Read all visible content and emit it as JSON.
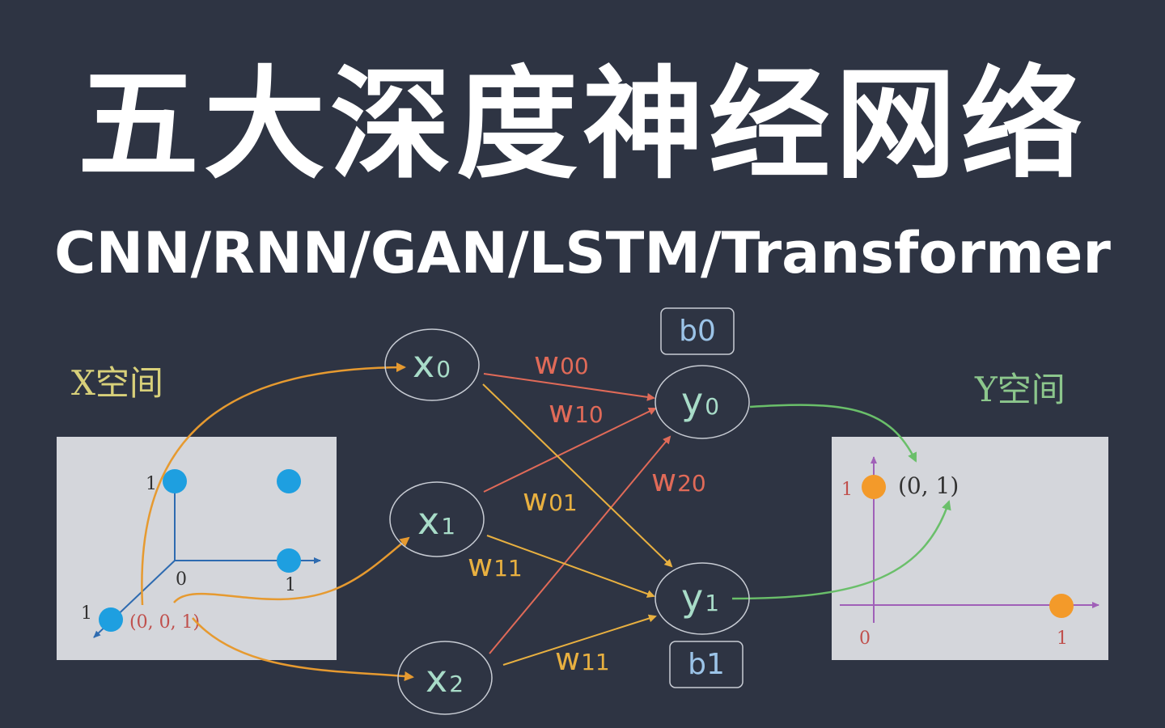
{
  "title": "五大深度神经网络",
  "subtitle": "CNN/RNN/GAN/LSTM/Transformer",
  "diagram": {
    "x_space_label": "X空间",
    "y_space_label": "Y空间",
    "x_plot": {
      "tick_one_y": "1",
      "tick_zero": "0",
      "tick_one_x": "1",
      "tick_one_z": "1",
      "point_label": "(0, 0, 1)"
    },
    "y_plot": {
      "tick_one_y": "1",
      "tick_zero": "0",
      "tick_one_x": "1",
      "point_label": "(0, 1)"
    },
    "nodes": {
      "x0": {
        "base": "x",
        "sub": "0"
      },
      "x1": {
        "base": "x",
        "sub": "1"
      },
      "x2": {
        "base": "x",
        "sub": "2"
      },
      "y0": {
        "base": "y",
        "sub": "0"
      },
      "y1": {
        "base": "y",
        "sub": "1"
      }
    },
    "bias": {
      "b0": "b0",
      "b1": "b1"
    },
    "weights": {
      "w00": {
        "base": "w",
        "sub": "00"
      },
      "w10": {
        "base": "w",
        "sub": "10"
      },
      "w20": {
        "base": "w",
        "sub": "20"
      },
      "w01": {
        "base": "w",
        "sub": "01"
      },
      "w11a": {
        "base": "w",
        "sub": "11"
      },
      "w11b": {
        "base": "w",
        "sub": "11"
      }
    },
    "colors": {
      "background": "#2e3443",
      "plot_bg": "#d4d6db",
      "x_label": "#d8d07a",
      "y_label": "#8cc68c",
      "node_text": "#a8dcc8",
      "bias_text": "#9cc4e8",
      "red_weight": "#e06a58",
      "orange_weight": "#e8b040",
      "orange_arrow": "#e69a30",
      "green_arrow": "#6abf6a",
      "point_blue": "#1e9fe0",
      "point_orange": "#f39a2a",
      "axis_blue": "#2e6bb0",
      "axis_purple": "#a060b8"
    }
  }
}
